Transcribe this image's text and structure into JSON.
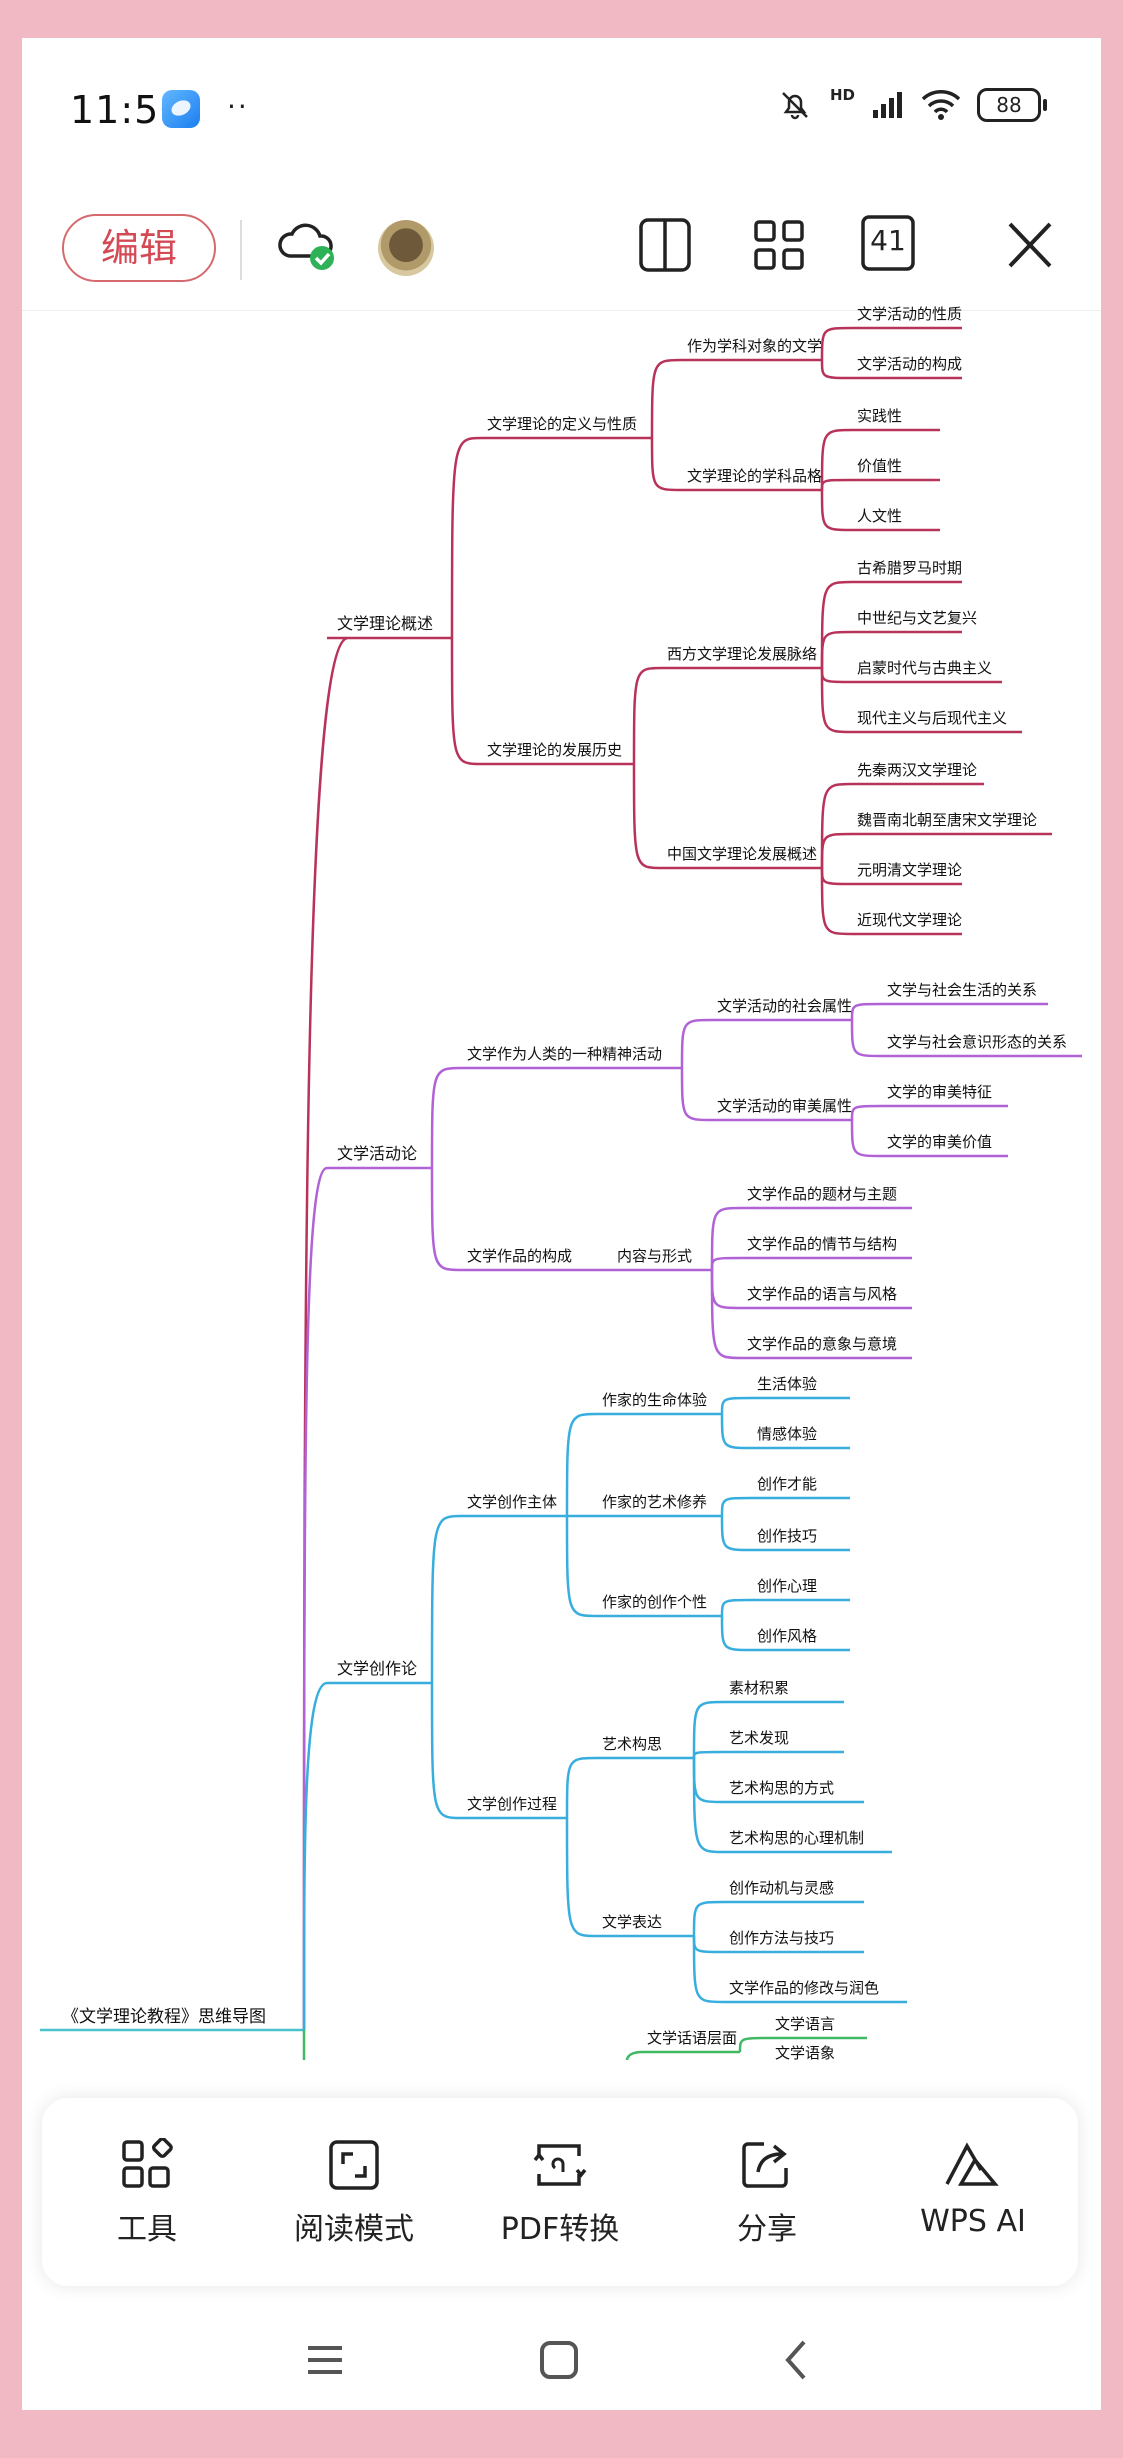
{
  "status_bar": {
    "time": "11:50",
    "dots": "··",
    "hd": "HD",
    "battery": "88"
  },
  "toolbar": {
    "edit_label": "编辑",
    "page_count": "41"
  },
  "mindmap": {
    "root": "《文学理论教程》思维导图",
    "b1": {
      "label": "文学理论概述",
      "c1": {
        "label": "文学理论的定义与性质",
        "d1": {
          "label": "作为学科对象的文学",
          "leaves": [
            "文学活动的性质",
            "文学活动的构成"
          ]
        },
        "d2": {
          "label": "文学理论的学科品格",
          "leaves": [
            "实践性",
            "价值性",
            "人文性"
          ]
        }
      },
      "c2": {
        "label": "文学理论的发展历史",
        "d1": {
          "label": "西方文学理论发展脉络",
          "leaves": [
            "古希腊罗马时期",
            "中世纪与文艺复兴",
            "启蒙时代与古典主义",
            "现代主义与后现代主义"
          ]
        },
        "d2": {
          "label": "中国文学理论发展概述",
          "leaves": [
            "先秦两汉文学理论",
            "魏晋南北朝至唐宋文学理论",
            "元明清文学理论",
            "近现代文学理论"
          ]
        }
      }
    },
    "b2": {
      "label": "文学活动论",
      "c1": {
        "label": "文学作为人类的一种精神活动",
        "d1": {
          "label": "文学活动的社会属性",
          "leaves": [
            "文学与社会生活的关系",
            "文学与社会意识形态的关系"
          ]
        },
        "d2": {
          "label": "文学活动的审美属性",
          "leaves": [
            "文学的审美特征",
            "文学的审美价值"
          ]
        }
      },
      "c2": {
        "label": "文学作品的构成",
        "d1": {
          "label": "内容与形式",
          "leaves": [
            "文学作品的题材与主题",
            "文学作品的情节与结构",
            "文学作品的语言与风格",
            "文学作品的意象与意境"
          ]
        }
      }
    },
    "b3": {
      "label": "文学创作论",
      "c1": {
        "label": "文学创作主体",
        "d1": {
          "label": "作家的生命体验",
          "leaves": [
            "生活体验",
            "情感体验"
          ]
        },
        "d2": {
          "label": "作家的艺术修养",
          "leaves": [
            "创作才能",
            "创作技巧"
          ]
        },
        "d3": {
          "label": "作家的创作个性",
          "leaves": [
            "创作心理",
            "创作风格"
          ]
        }
      },
      "c2": {
        "label": "文学创作过程",
        "d1": {
          "label": "艺术构思",
          "leaves": [
            "素材积累",
            "艺术发现",
            "艺术构思的方式",
            "艺术构思的心理机制"
          ]
        },
        "d2": {
          "label": "文学表达",
          "leaves": [
            "创作动机与灵感",
            "创作方法与技巧",
            "文学作品的修改与润色"
          ]
        }
      }
    },
    "b4": {
      "d1": {
        "label": "文学话语层面",
        "leaves": [
          "文学语言",
          "文学语象"
        ]
      }
    }
  },
  "bottom_bar": {
    "tools": "工具",
    "read_mode": "阅读模式",
    "pdf": "PDF转换",
    "share": "分享",
    "ai": "WPS AI"
  },
  "colors": {
    "b1": "#b8335a",
    "b2": "#b062d6",
    "b3": "#37aede",
    "b4": "#41b864",
    "root": "#49c3c9"
  }
}
